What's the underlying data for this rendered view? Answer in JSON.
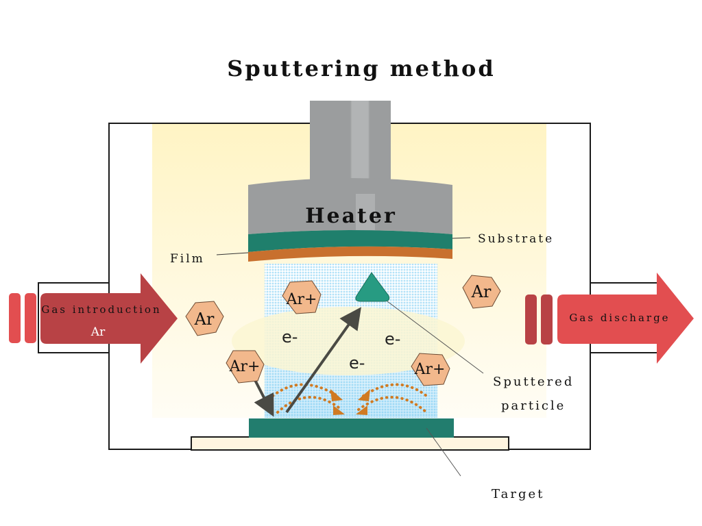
{
  "title": "Sputtering method",
  "labels": {
    "heater": "Heater",
    "substrate": "Substrate",
    "film": "Film",
    "gas_intro": "Gas introduction",
    "gas_intro_species": "Ar",
    "gas_discharge": "Gas discharge",
    "sputtered_line1": "Sputtered",
    "sputtered_line2": "particle",
    "target": "Target"
  },
  "particles": {
    "ar_neutral_left": "Ar",
    "ar_neutral_right": "Ar",
    "ar_ion_top": "Ar+",
    "ar_ion_left": "Ar+",
    "ar_ion_right": "Ar+",
    "electron_1": "e-",
    "electron_2": "e-",
    "electron_3": "e-"
  },
  "colors": {
    "heater": "#9b9d9e",
    "substrate": "#1f7f6c",
    "film": "#c8702e",
    "target": "#227d6e",
    "gas_intro": "#b84245",
    "gas_discharge": "#e24e50",
    "particle_fill": "#f2b88c",
    "plasma": "#8fd3f4",
    "glow": "#fff4c4"
  }
}
